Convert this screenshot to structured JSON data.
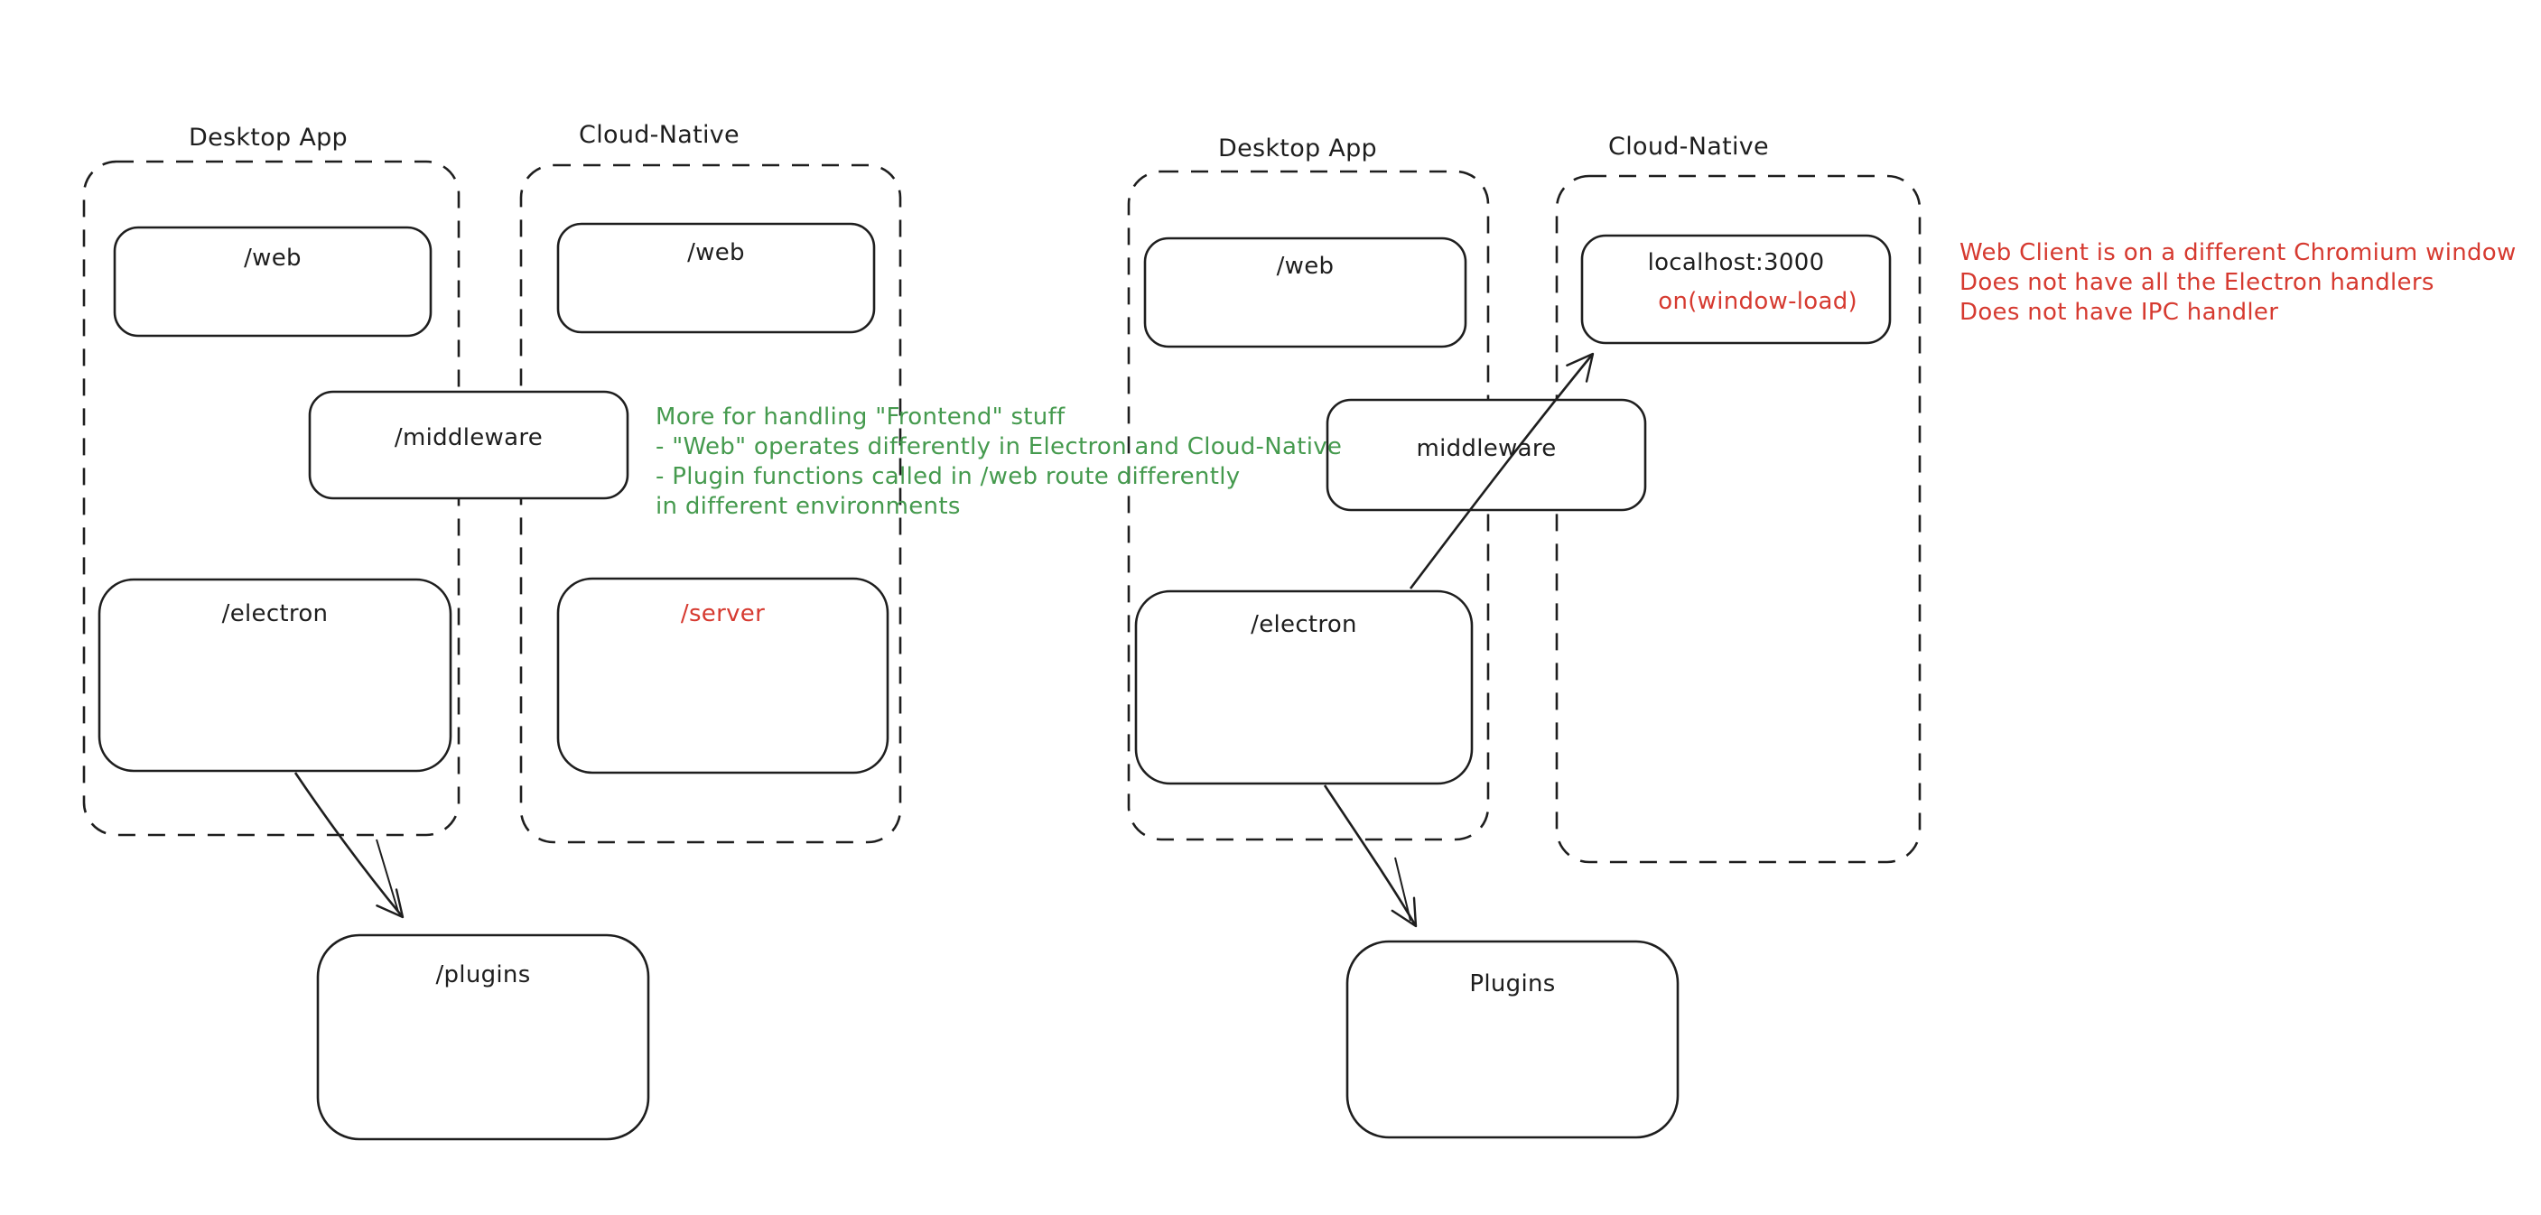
{
  "colors": {
    "stroke": "#1e1e1e",
    "red": "#d63a30",
    "green": "#459a4e",
    "background": "#ffffff"
  },
  "left": {
    "desktop_label": "Desktop App",
    "cloud_label": "Cloud-Native",
    "web_desktop": "/web",
    "web_cloud": "/web",
    "middleware": "/middleware",
    "electron": "/electron",
    "server": "/server",
    "plugins": "/plugins",
    "green_note_lines": [
      "More for handling \"Frontend\" stuff",
      "- \"Web\" operates differently in Electron and Cloud-Native",
      "- Plugin functions called in /web route differently",
      "in different environments"
    ]
  },
  "right": {
    "desktop_label": "Desktop App",
    "cloud_label": "Cloud-Native",
    "web": "/web",
    "localhost": "localhost:3000",
    "window_load": "on(window-load)",
    "middleware": "middleware",
    "electron": "/electron",
    "plugins": "Plugins",
    "red_note_lines": [
      "Web Client is on a different Chromium window",
      "Does not have all the Electron handlers",
      "Does not have IPC handler"
    ]
  }
}
